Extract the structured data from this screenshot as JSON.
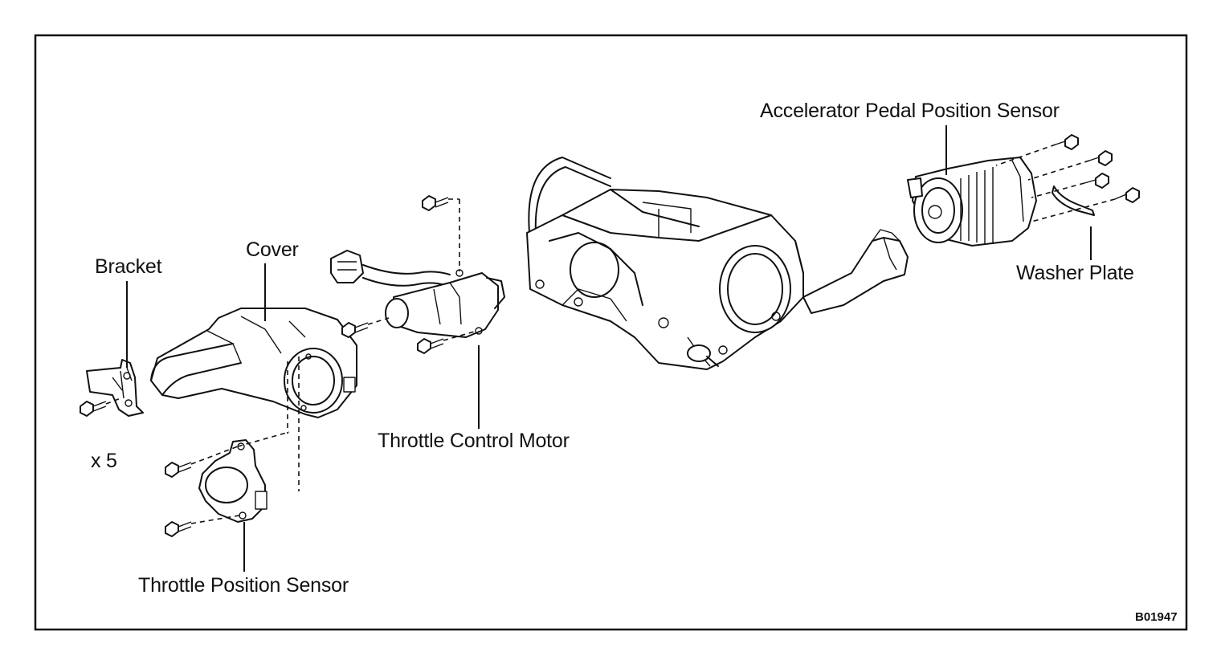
{
  "labels": {
    "accelerator_pedal_position_sensor": "Accelerator Pedal Position Sensor",
    "washer_plate": "Washer Plate",
    "cover": "Cover",
    "bracket": "Bracket",
    "throttle_control_motor": "Throttle Control Motor",
    "x5": "x 5",
    "throttle_position_sensor": "Throttle Position Sensor"
  },
  "figure_code": "B01947",
  "icons": {
    "bolt": "bolt-icon"
  }
}
